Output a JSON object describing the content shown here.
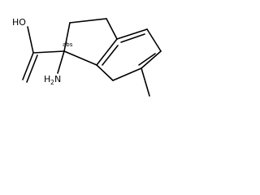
{
  "molecule": {
    "labels": {
      "hydroxyl": "HO",
      "amine": "H",
      "amine_subscript": "2",
      "amine_suffix": "N",
      "stereo": "abs"
    },
    "colors": {
      "bond": "#000000",
      "text": "#000000",
      "background": "#ffffff"
    }
  }
}
